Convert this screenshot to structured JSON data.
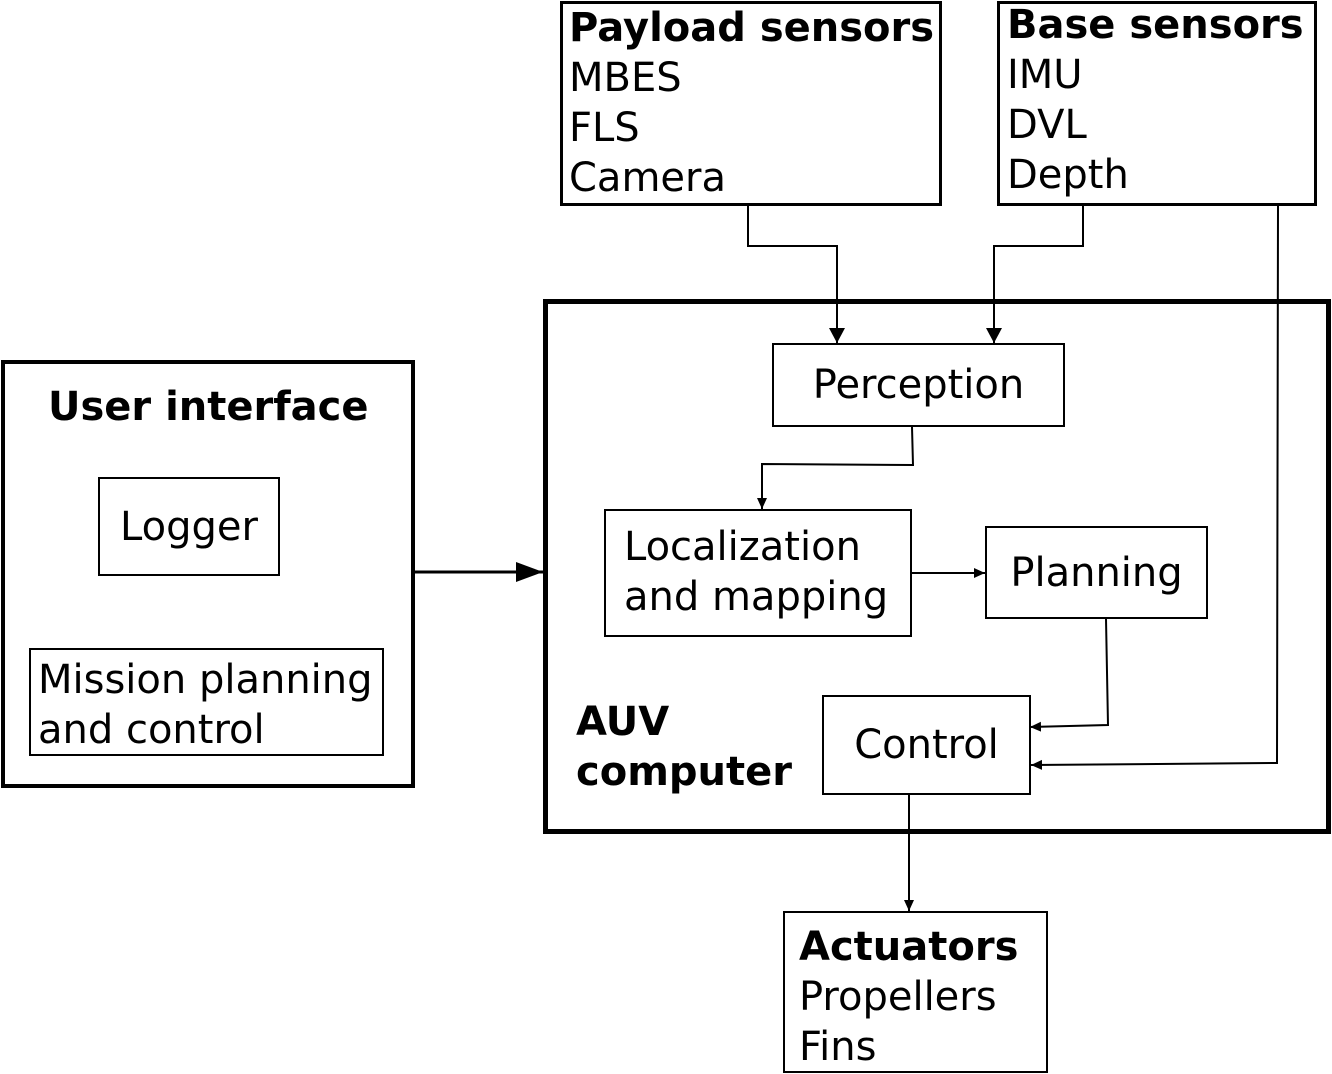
{
  "payload_sensors": {
    "title": "Payload sensors",
    "items": [
      "MBES",
      "FLS",
      "Camera"
    ]
  },
  "base_sensors": {
    "title": "Base sensors",
    "items": [
      "IMU",
      "DVL",
      "Depth"
    ]
  },
  "user_interface": {
    "title": "User interface",
    "logger": "Logger",
    "mission_line1": "Mission planning",
    "mission_line2": "and control"
  },
  "auv_computer": {
    "title_line1": "AUV",
    "title_line2": "computer",
    "perception": "Perception",
    "localization_line1": "Localization",
    "localization_line2": "and mapping",
    "planning": "Planning",
    "control": "Control"
  },
  "actuators": {
    "title": "Actuators",
    "items": [
      "Propellers",
      "Fins"
    ]
  }
}
